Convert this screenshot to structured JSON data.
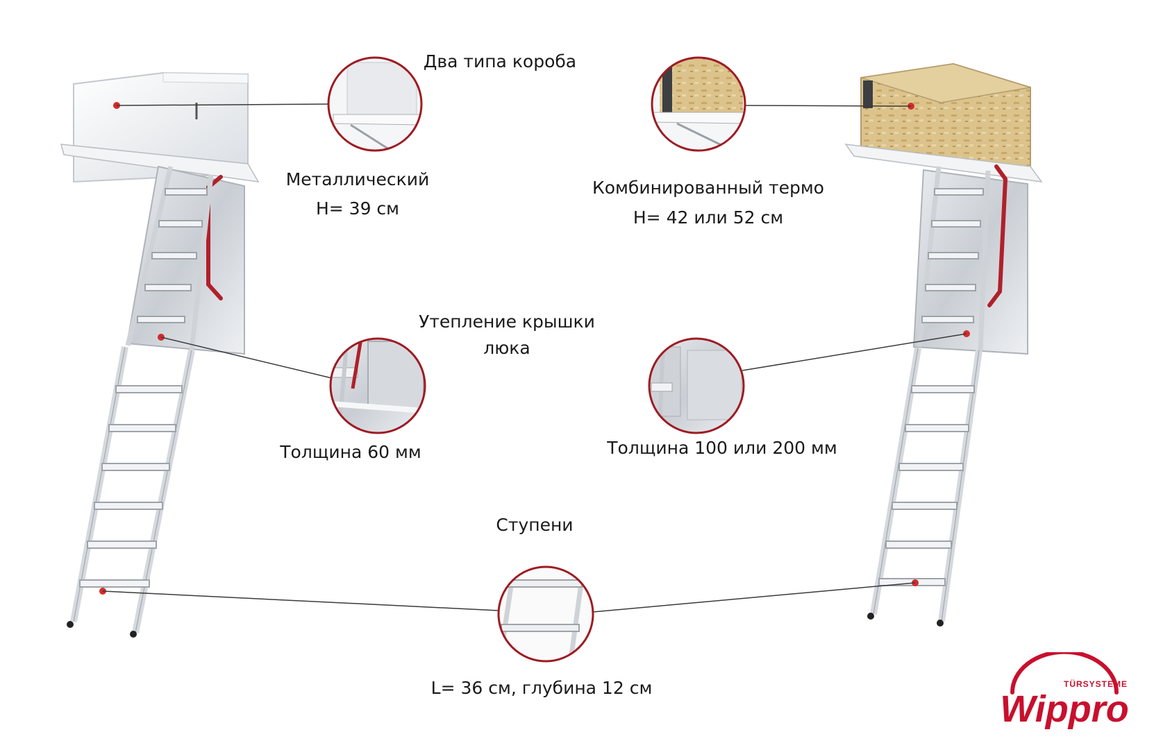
{
  "section_box": {
    "title": "Два типа короба"
  },
  "metal_box": {
    "name": "Металлический",
    "height": "H= 39 см"
  },
  "combined_box": {
    "name": "Комбинированный термо",
    "height": "H= 42 или 52 см"
  },
  "hatch": {
    "title_line1": "Утепление крышки",
    "title_line2": "люка"
  },
  "metal_hatch": {
    "thickness": "Толщина 60 мм"
  },
  "thermo_hatch": {
    "thickness": "Толщина 100 или 200 мм"
  },
  "steps": {
    "title": "Ступени",
    "size": "L= 36 см, глубина 12 см"
  },
  "logo": {
    "tagline": "TÜRSYSTEME",
    "brand": "Wippro",
    "colors": {
      "brand": "#c8102e",
      "outline": "#ffffff"
    }
  },
  "colors": {
    "callout_circle": "#9e1b22",
    "marker_dot": "#d42a2a",
    "leader_line": "#3a3a3a",
    "metal": "#eef0f2",
    "handrail": "#b0202a",
    "osb": "#d8bf86"
  }
}
